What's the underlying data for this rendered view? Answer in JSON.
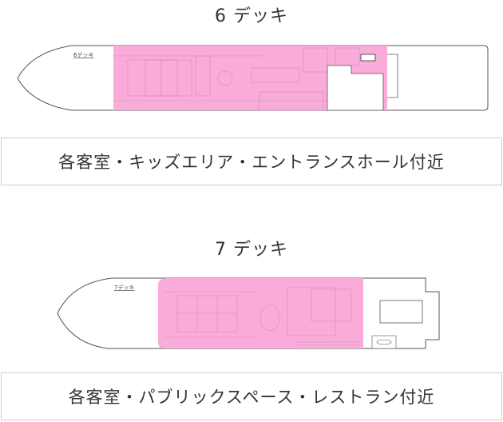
{
  "decks": [
    {
      "title": "6 デッキ",
      "plan_label": "6デッキ",
      "caption": "各客室・キッズエリア・エントランスホール付近",
      "highlight_color": "#f9acd9"
    },
    {
      "title": "7 デッキ",
      "plan_label": "7デッキ",
      "caption": "各客室・パブリックスペース・レストラン付近",
      "highlight_color": "#f9acd9"
    }
  ]
}
